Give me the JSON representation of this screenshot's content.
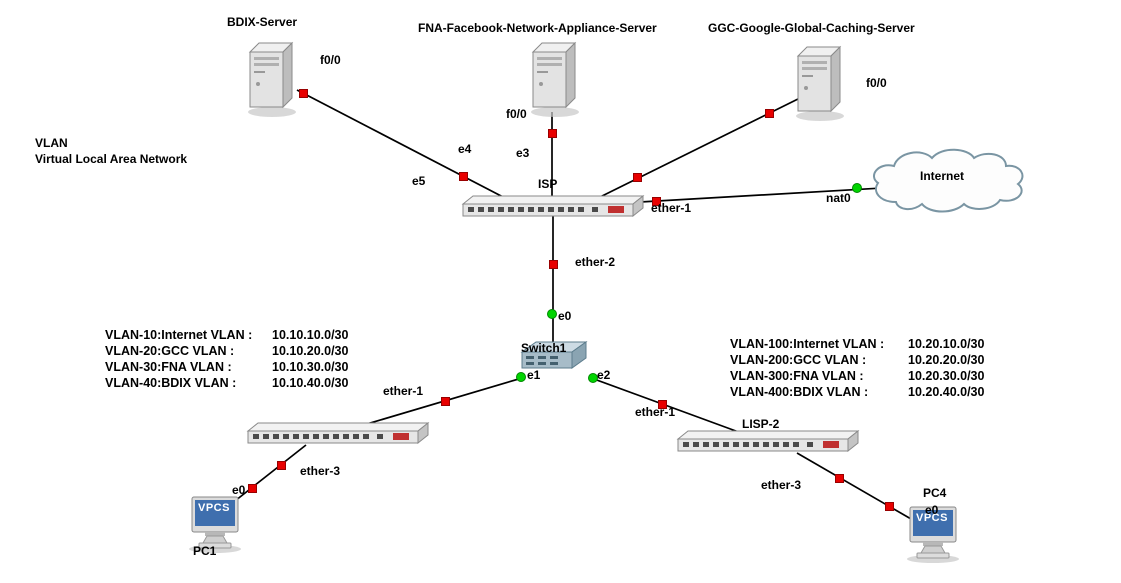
{
  "annotation": {
    "title": "VLAN",
    "subtitle": "Virtual Local Area Network"
  },
  "nodes": {
    "bdix_server": {
      "label": "BDIX-Server",
      "type": "server"
    },
    "fna_server": {
      "label": "FNA-Facebook-Network-Appliance-Server",
      "type": "server"
    },
    "ggc_server": {
      "label": "GGC-Google-Global-Caching-Server",
      "type": "server"
    },
    "isp_router": {
      "label": "ISP",
      "type": "router"
    },
    "internet_cloud": {
      "label": "Internet",
      "type": "cloud"
    },
    "switch1": {
      "label": "Switch1",
      "type": "ethernet-switch"
    },
    "lisp1_router": {
      "type": "router"
    },
    "lisp2_router": {
      "label": "LISP-2",
      "type": "router"
    },
    "pc1": {
      "label": "PC1",
      "screen_text": "VPCS",
      "type": "vpcs"
    },
    "pc4": {
      "label": "PC4",
      "screen_text": "VPCS",
      "type": "vpcs"
    }
  },
  "interface_labels": {
    "bdix_f0_0": "f0/0",
    "fna_f0_0": "f0/0",
    "ggc_f0_0": "f0/0",
    "isp_e4": "e4",
    "isp_e5": "e5",
    "isp_e3": "e3",
    "isp_ether_1": "ether-1",
    "isp_ether_2": "ether-2",
    "internet_nat0": "nat0",
    "switch1_e0": "e0",
    "switch1_e1": "e1",
    "switch1_e2": "e2",
    "lisp1_ether_1": "ether-1",
    "lisp1_ether_3": "ether-3",
    "lisp2_ether_1": "ether-1",
    "lisp2_ether_3": "ether-3",
    "pc1_e0": "e0",
    "pc4_e0": "e0"
  },
  "vlan_table_left": {
    "rows": [
      {
        "name": "VLAN-10:Internet VLAN :",
        "subnet": "10.10.10.0/30"
      },
      {
        "name": "VLAN-20:GCC VLAN :",
        "subnet": "10.10.20.0/30"
      },
      {
        "name": "VLAN-30:FNA VLAN :",
        "subnet": "10.10.30.0/30"
      },
      {
        "name": "VLAN-40:BDIX VLAN :",
        "subnet": "10.10.40.0/30"
      }
    ]
  },
  "vlan_table_right": {
    "rows": [
      {
        "name": "VLAN-100:Internet VLAN :",
        "subnet": "10.20.10.0/30"
      },
      {
        "name": "VLAN-200:GCC VLAN :",
        "subnet": "10.20.20.0/30"
      },
      {
        "name": "VLAN-300:FNA VLAN :",
        "subnet": "10.20.30.0/30"
      },
      {
        "name": "VLAN-400:BDIX VLAN :",
        "subnet": "10.20.40.0/30"
      }
    ]
  },
  "colors": {
    "link_line": "#000000",
    "status_stopped": "#e80000",
    "status_active": "#00d400",
    "vpcs_screen": "#3f6fae",
    "cloud_outline": "#7a95a3"
  }
}
